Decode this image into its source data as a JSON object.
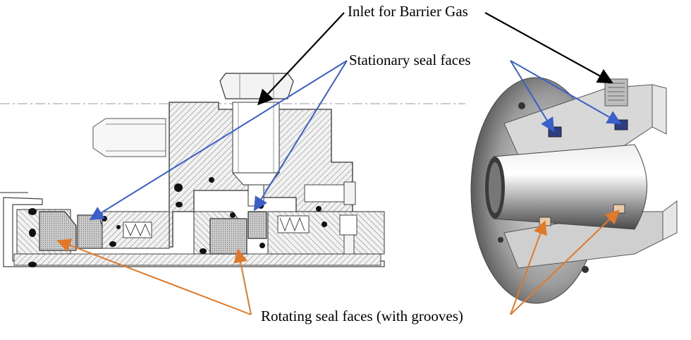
{
  "labels": {
    "inlet": "Inlet for Barrier Gas",
    "stationary": "Stationary seal faces",
    "rotating": "Rotating seal faces (with grooves)"
  },
  "colors": {
    "inlet_arrow": "#000000",
    "stationary_arrow": "#3a5fc8",
    "rotating_arrow": "#e07a2a",
    "section_hatch": "#8a8a8a",
    "metal_light": "#d9d9d9",
    "metal_dark": "#5a5a5a"
  },
  "panels": {
    "left": "cross-section-drawing",
    "right": "cutaway-render"
  }
}
